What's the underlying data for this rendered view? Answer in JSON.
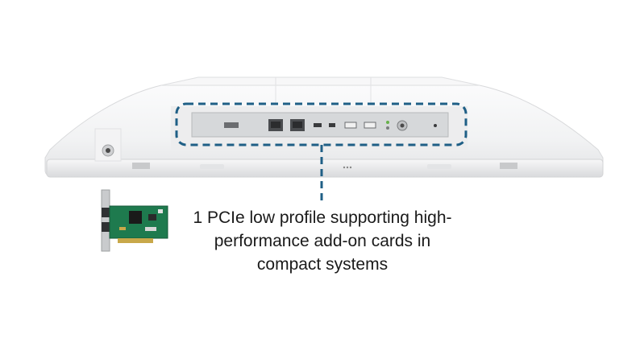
{
  "callout": {
    "lines": [
      "1 PCIe low profile supporting high-",
      "performance add-on cards in",
      "compact systems"
    ]
  },
  "colors": {
    "callout_line": "#1f5f86",
    "chassis": "#f4f4f5",
    "io_panel": "#d6d8da",
    "pcb": "#1e7a4e",
    "bracket": "#c9cbcd"
  },
  "icons": {
    "device": "panel-pc-bottom-view",
    "card": "pcie-low-profile-card"
  }
}
